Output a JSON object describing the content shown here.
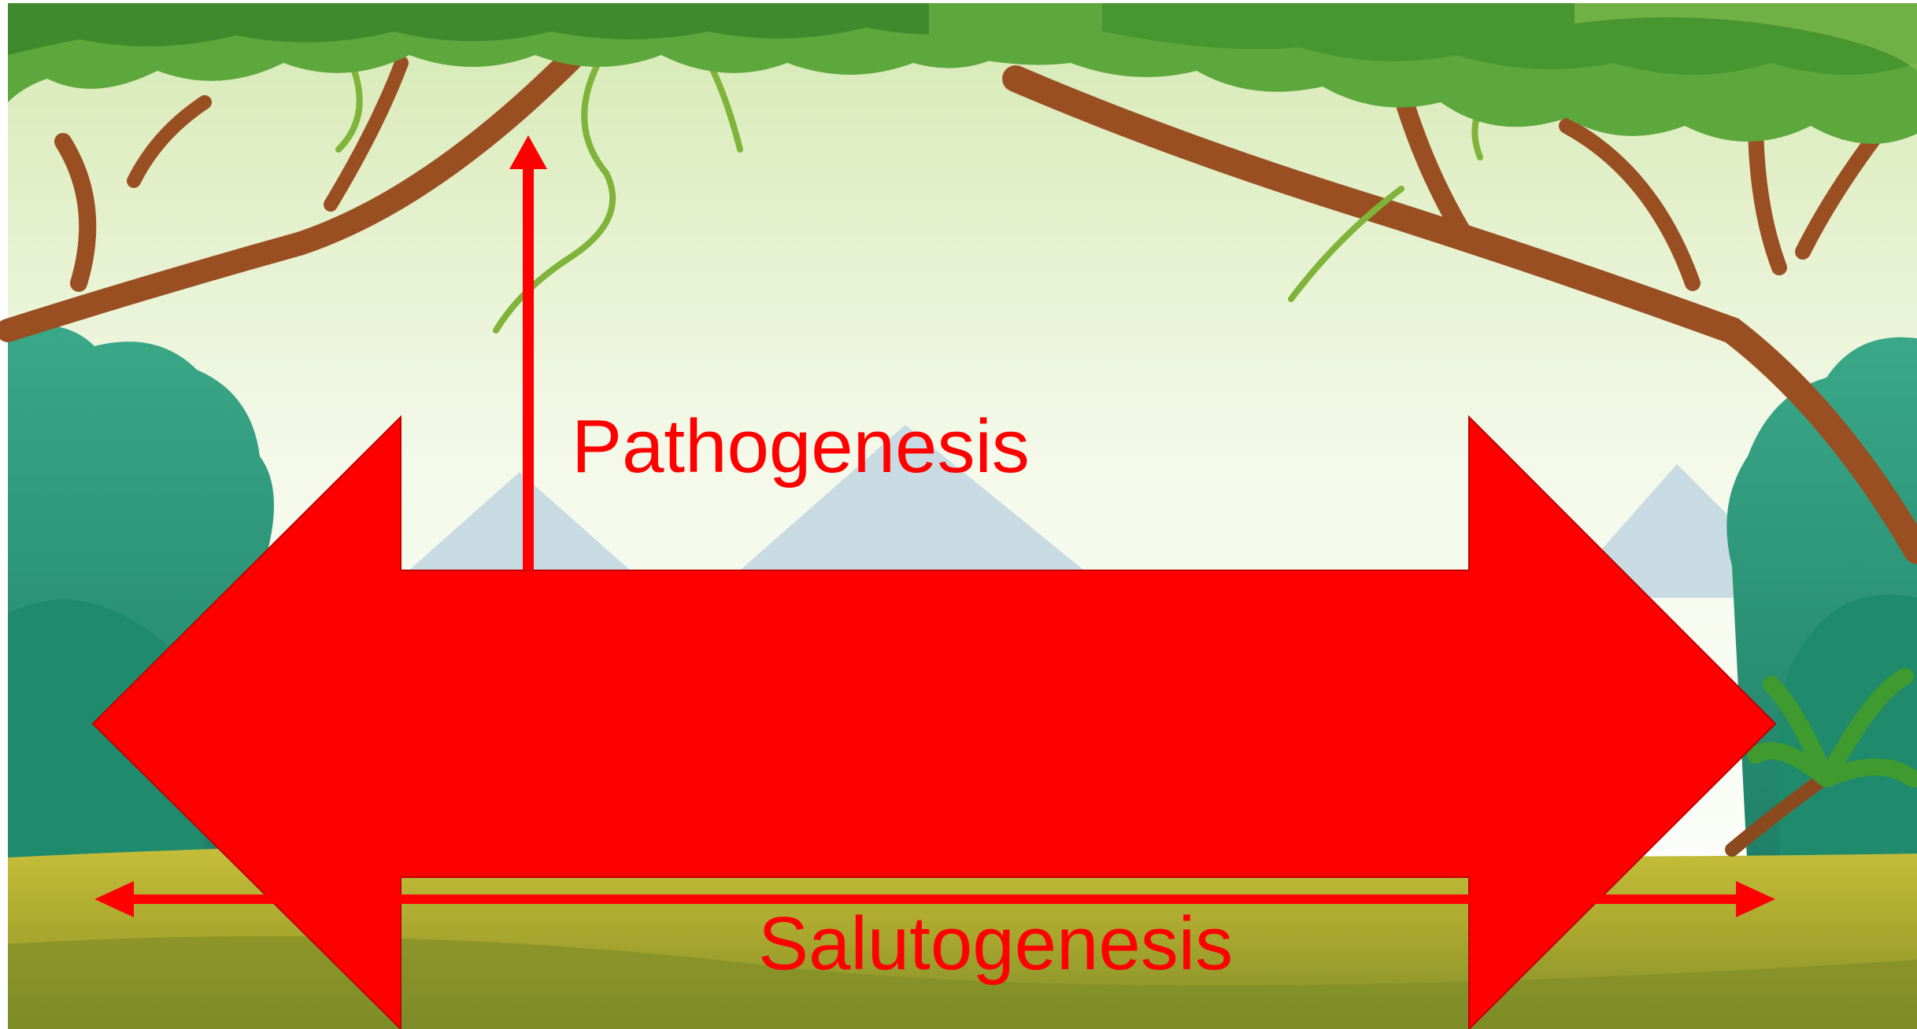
{
  "labels": {
    "pathogenesis": "Pathogenesis",
    "salutogenesis": "Salutogenesis"
  },
  "colors": {
    "arrow_red": "#ff0000",
    "sky_top": "#dfeec4",
    "sky_bottom": "#ffffff",
    "foliage": "#5fa83a",
    "foliage_dark": "#3f8a2c",
    "bush": "#2f9c7c",
    "ground": "#b9b534",
    "branch": "#9a4f22",
    "mountain": "#c9dbe2"
  },
  "background": {
    "scene": "jungle-clearing",
    "elements": [
      "tree-canopy",
      "branches",
      "vines",
      "mountains",
      "bushes",
      "grass-ground",
      "palm-tree"
    ]
  }
}
